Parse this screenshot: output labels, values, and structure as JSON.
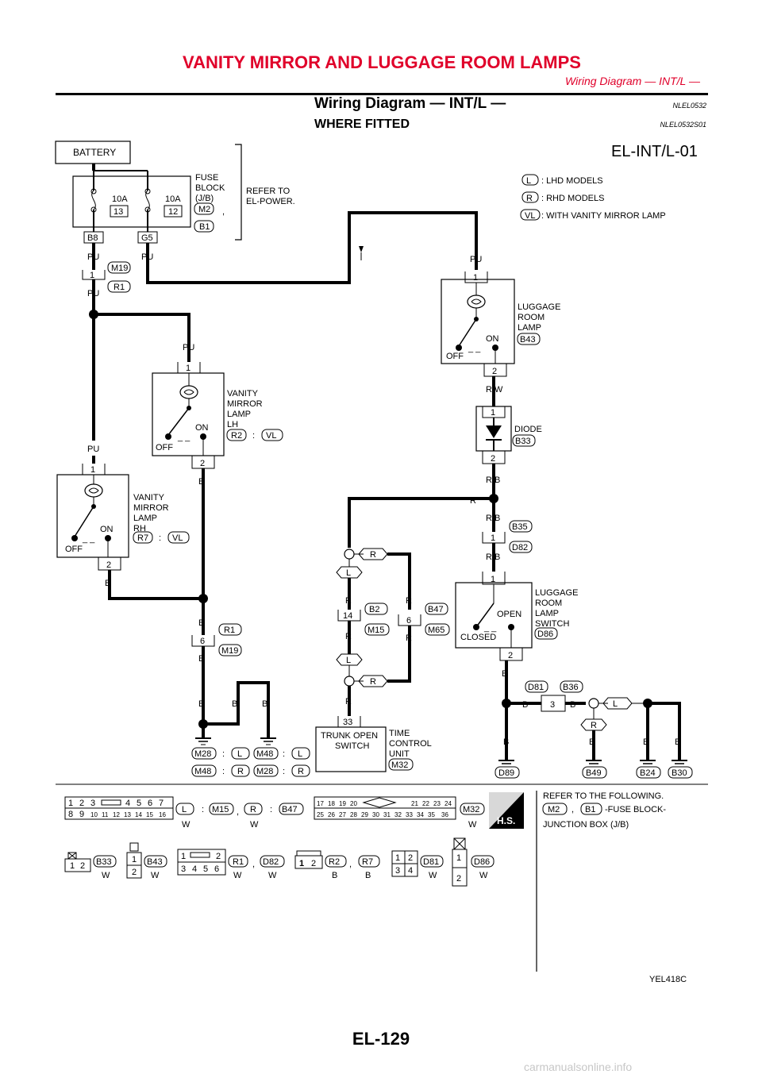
{
  "header": {
    "title": "VANITY MIRROR AND LUGGAGE ROOM LAMPS",
    "subtitle": "Wiring Diagram — INT/L —"
  },
  "section": {
    "title": "Wiring Diagram — INT/L —",
    "id": "NLEL0532",
    "sub_title": "WHERE FITTED",
    "sub_id": "NLEL0532S01"
  },
  "diagram_id": "EL-INT/L-01",
  "legend": [
    {
      "code": "L",
      "text": ": LHD MODELS"
    },
    {
      "code": "R",
      "text": ": RHD MODELS"
    },
    {
      "code": "VL",
      "text": ": WITH VANITY MIRROR LAMP"
    }
  ],
  "components": {
    "battery": "BATTERY",
    "fuse_block": [
      "FUSE",
      "BLOCK",
      "(J/B)"
    ],
    "fuse_block_conns": [
      "M2",
      "B1"
    ],
    "refer": [
      "REFER TO",
      "EL-POWER."
    ],
    "fuse1": {
      "rating": "10A",
      "number": "13",
      "terminal": "B8"
    },
    "fuse2": {
      "rating": "10A",
      "number": "12",
      "terminal": "G5"
    },
    "luggage_lamp": {
      "label": [
        "LUGGAGE",
        "ROOM",
        "LAMP"
      ],
      "conn": "B43",
      "on": "ON",
      "off": "OFF"
    },
    "diode": {
      "label": "DIODE",
      "conn": "B33"
    },
    "vanity_lh": {
      "label": [
        "VANITY",
        "MIRROR",
        "LAMP",
        "LH"
      ],
      "conn": "R2",
      "opt": "VL",
      "on": "ON",
      "off": "OFF"
    },
    "vanity_rh": {
      "label": [
        "VANITY",
        "MIRROR",
        "LAMP",
        "RH"
      ],
      "conn": "R7",
      "opt": "VL",
      "on": "ON",
      "off": "OFF"
    },
    "lamp_switch": {
      "label": [
        "LUGGAGE",
        "ROOM",
        "LAMP",
        "SWITCH"
      ],
      "conn": "D86",
      "open": "OPEN",
      "closed": "CLOSED"
    },
    "time_control": {
      "label": [
        "TIME",
        "CONTROL",
        "UNIT"
      ],
      "conn": "M32",
      "switch": [
        "TRUNK OPEN",
        "SWITCH"
      ],
      "terminal": "33"
    }
  },
  "wires": {
    "PU": "PU",
    "B": "B",
    "R": "R",
    "L": "L",
    "RW": "R/W",
    "RB": "R/B"
  },
  "connectors": {
    "c1": {
      "pin": "1",
      "a": "M19",
      "b": "R1"
    },
    "c6": {
      "pin": "6",
      "a": "R1",
      "b": "M19"
    },
    "c14": {
      "pin": "14",
      "a": "B2",
      "b": "M15"
    },
    "c6b": {
      "pin": "6",
      "a": "B47",
      "b": "M65"
    },
    "b35": {
      "pin": "1",
      "a": "B35",
      "b": "D82"
    },
    "b36": {
      "pin": "3",
      "a": "D81",
      "b": "B36"
    }
  },
  "terms": {
    "t1": "1",
    "t2": "2"
  },
  "grounds": {
    "left_a": "M28",
    "left_b": "M48",
    "right_a": "M48",
    "right_b": "M28",
    "colon": ":",
    "L": "L",
    "R": "R",
    "g1": "D89",
    "g2": "B49",
    "g3": "B24",
    "g4": "B30"
  },
  "connector_views": {
    "row1": [
      {
        "pins_top": [
          "1",
          "2",
          "3",
          "4",
          "5",
          "6",
          "7"
        ],
        "pins_bottom": [
          "8",
          "9",
          "10",
          "11",
          "12",
          "13",
          "14",
          "15",
          "16"
        ],
        "id": "L",
        "color": "W"
      },
      {
        "id": "M15",
        "sep": ","
      },
      {
        "id": "R",
        "color": "W"
      },
      {
        "id": "B47"
      },
      {
        "pins_top": [
          "17",
          "18",
          "19",
          "20",
          "21",
          "22",
          "23",
          "24"
        ],
        "pins_bottom": [
          "25",
          "26",
          "27",
          "28",
          "29",
          "30",
          "31",
          "32",
          "33",
          "34",
          "35",
          "36"
        ],
        "id": "M32",
        "color": "W"
      }
    ],
    "row2": [
      {
        "id": "B33",
        "color": "W",
        "pins": [
          "1",
          "2"
        ]
      },
      {
        "id": "B43",
        "color": "W",
        "pins": [
          "1",
          "2"
        ]
      },
      {
        "id": "R1",
        "color": "W",
        "pins": [
          "1",
          "2",
          "3",
          "4",
          "5",
          "6"
        ]
      },
      {
        "id": "D82",
        "color": "W"
      },
      {
        "id": "R2",
        "color": "B",
        "pins": [
          "1",
          "2"
        ]
      },
      {
        "id": "R7",
        "color": "B"
      },
      {
        "id": "D81",
        "color": "W",
        "pins": [
          "1",
          "2",
          "3",
          "4"
        ]
      },
      {
        "id": "D86",
        "color": "W",
        "pins": [
          "1",
          "2"
        ]
      }
    ],
    "hs": "H.S."
  },
  "refer_following": {
    "title": "REFER TO THE FOLLOWING.",
    "conns": [
      "M2",
      "B1"
    ],
    "text1": "-FUSE BLOCK-",
    "text2": "JUNCTION BOX (J/B)"
  },
  "figure_id": "YEL418C",
  "page_number": "EL-129",
  "watermark": "carmanualsonline.info"
}
